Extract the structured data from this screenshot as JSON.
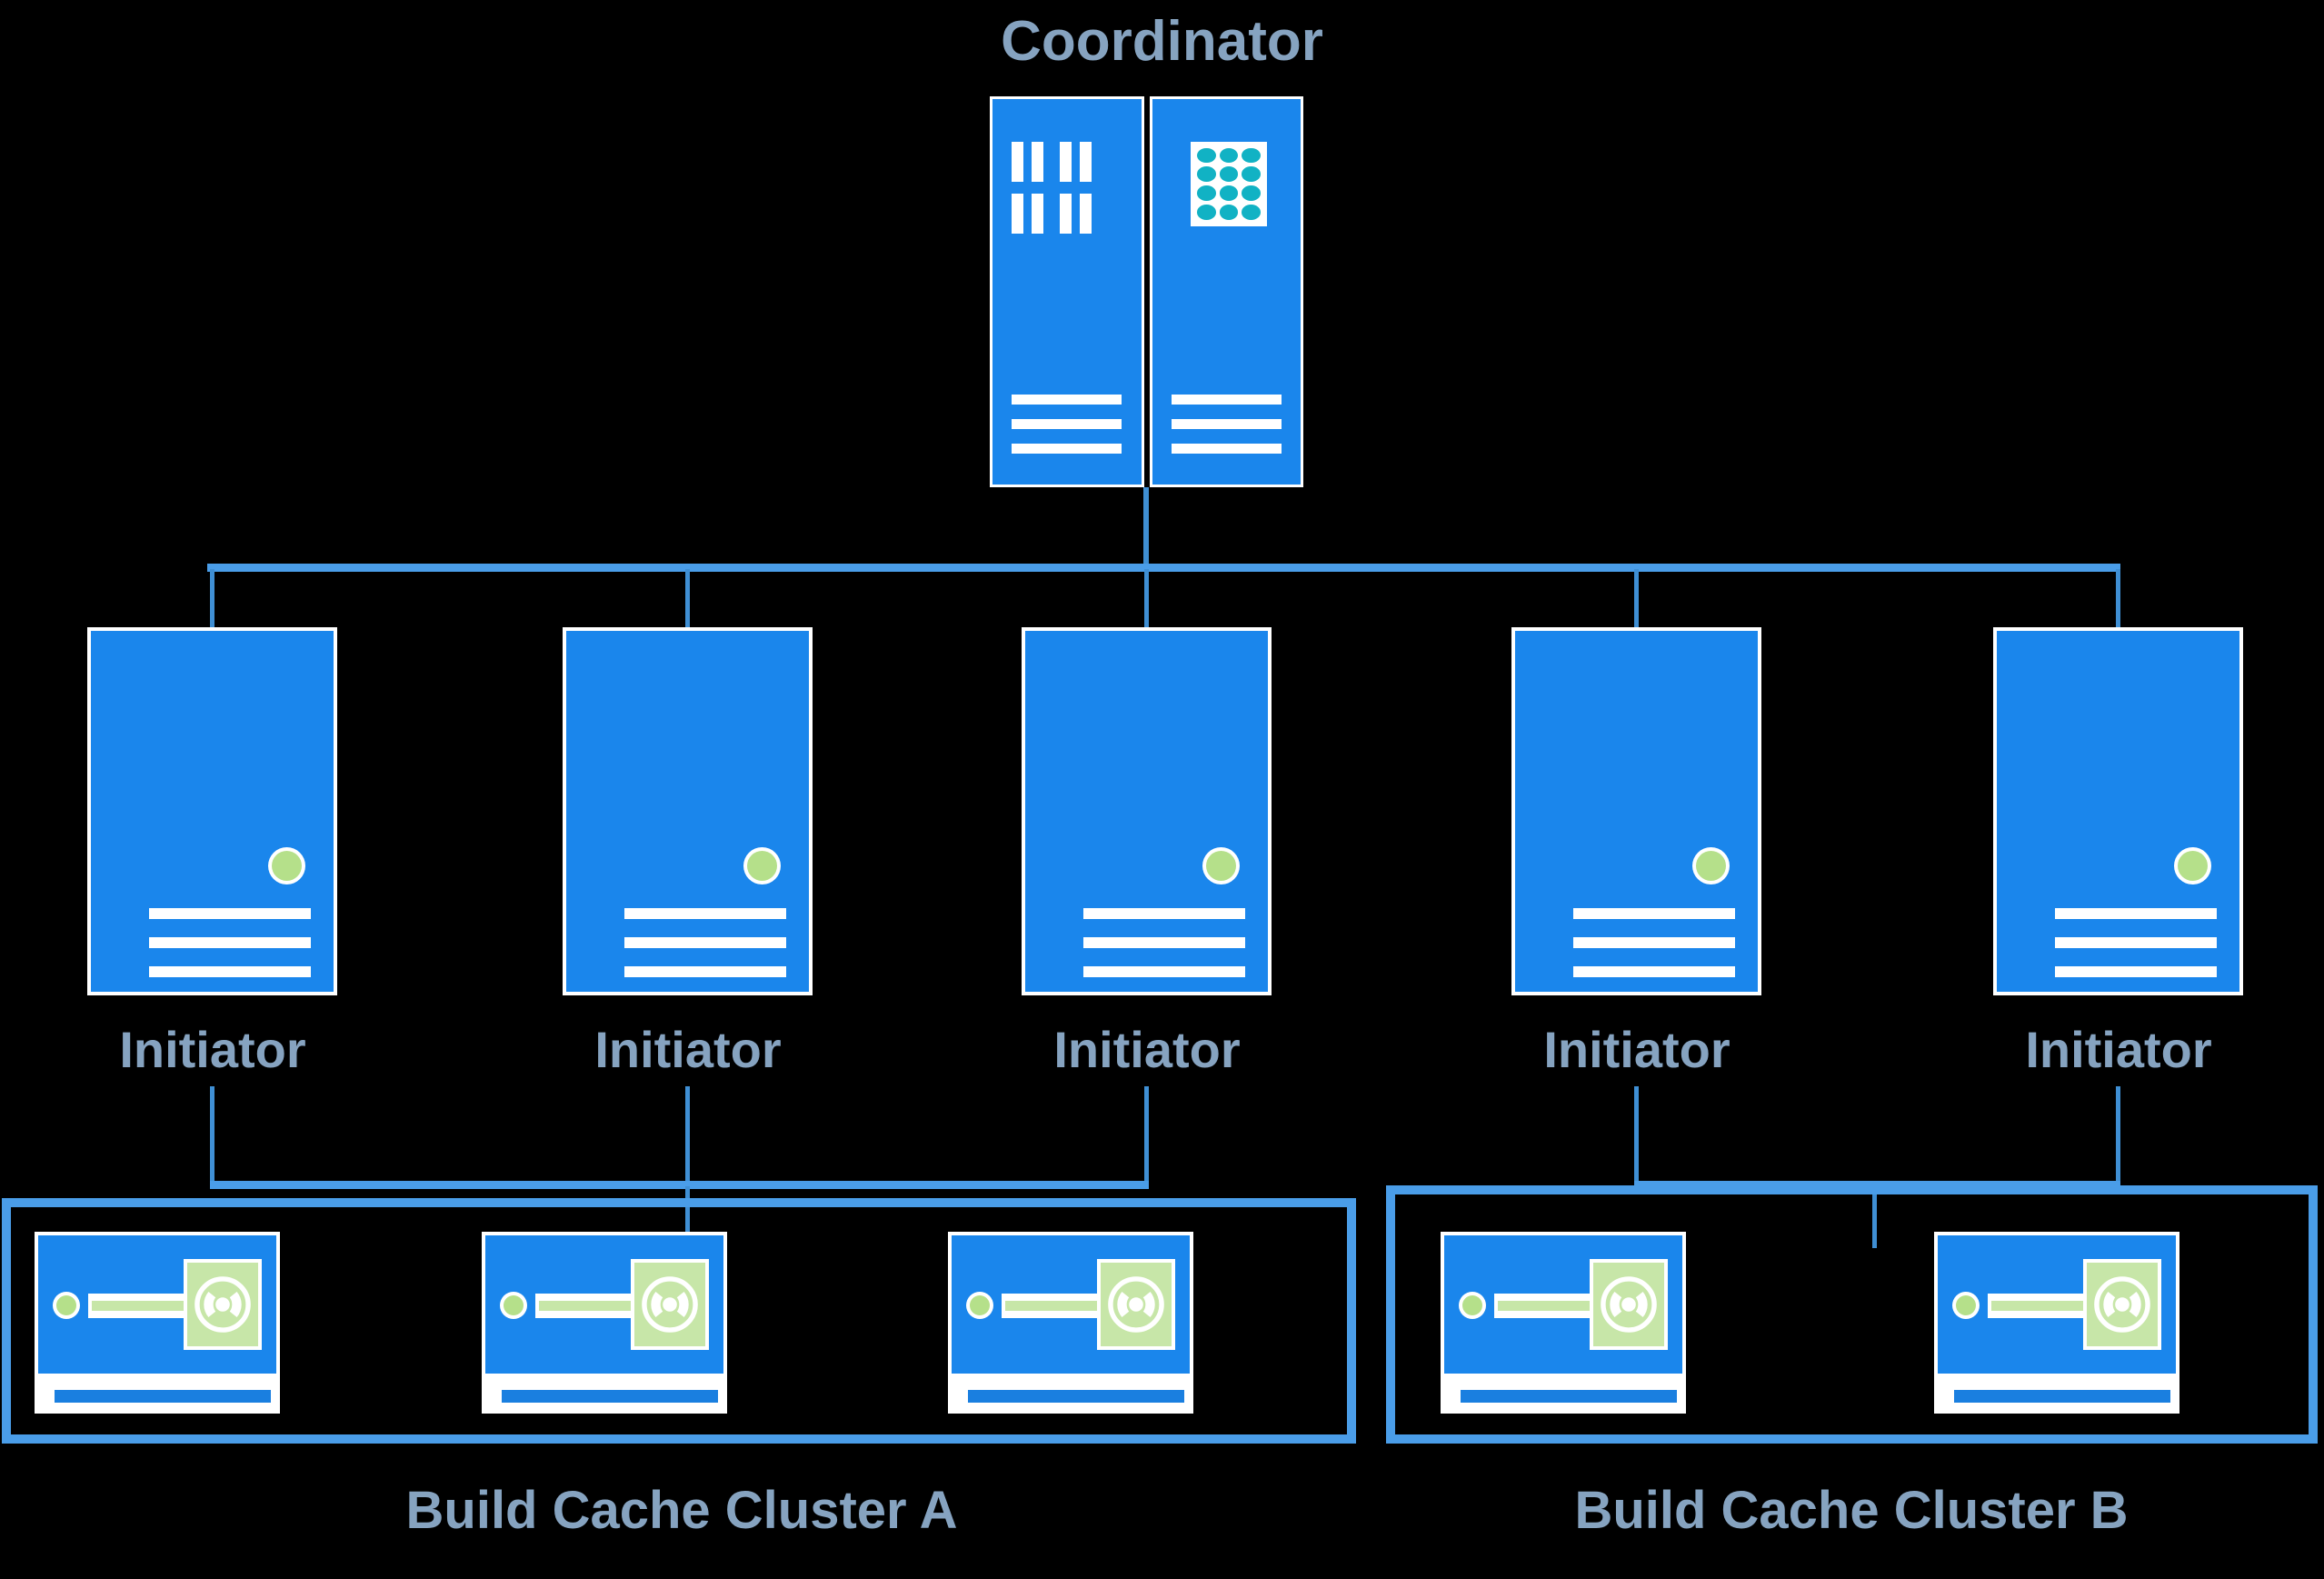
{
  "diagram": {
    "title": "Coordinator",
    "background_color": "#000000",
    "accent_blue": "#1a86ec",
    "wire_blue": "#4a9de8",
    "text_color": "#86a3c0",
    "status_green": "#b5e08a",
    "grid_teal": "#11b2c4"
  },
  "coordinator": {
    "label": "Coordinator",
    "icon": "server-rack-dual-panel"
  },
  "initiators": [
    {
      "label": "Initiator",
      "icon": "server-node"
    },
    {
      "label": "Initiator",
      "icon": "server-node"
    },
    {
      "label": "Initiator",
      "icon": "server-node"
    },
    {
      "label": "Initiator",
      "icon": "server-node"
    },
    {
      "label": "Initiator",
      "icon": "server-node"
    }
  ],
  "clusters": [
    {
      "label": "Build Cache Cluster A",
      "devices": [
        {
          "icon": "cache-storage-device"
        },
        {
          "icon": "cache-storage-device"
        },
        {
          "icon": "cache-storage-device"
        }
      ]
    },
    {
      "label": "Build Cache Cluster B",
      "devices": [
        {
          "icon": "cache-storage-device"
        },
        {
          "icon": "cache-storage-device"
        }
      ]
    }
  ]
}
